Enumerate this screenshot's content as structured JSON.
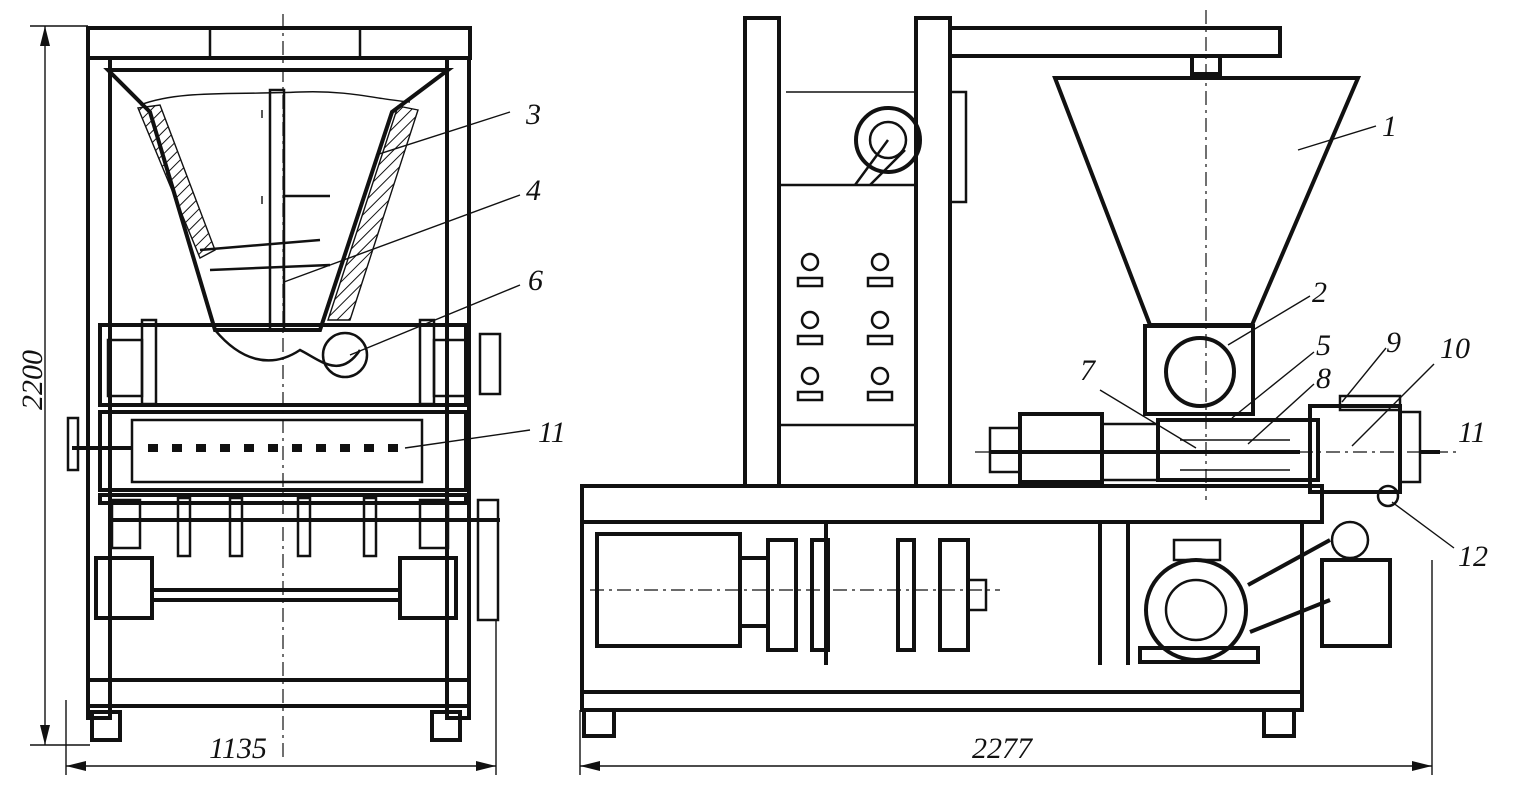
{
  "dimensions": {
    "left_height": "2200",
    "left_width": "1135",
    "right_width": "2277"
  },
  "labels": {
    "l1": "1",
    "l2": "2",
    "l3": "3",
    "l4": "4",
    "l5": "5",
    "l6": "6",
    "l7": "7",
    "l8": "8",
    "l9": "9",
    "l10": "10",
    "l11_left": "11",
    "l11_right": "11",
    "l12": "12"
  }
}
